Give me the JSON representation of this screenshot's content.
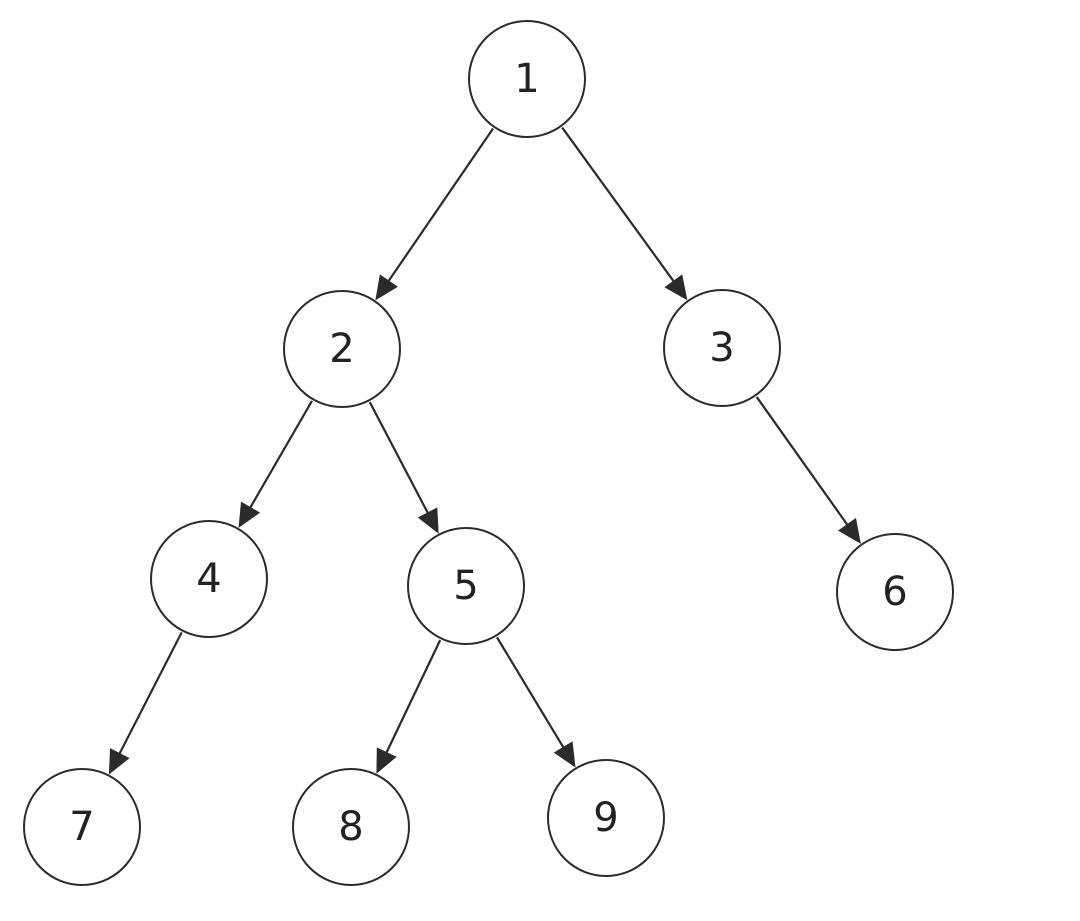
{
  "tree": {
    "nodes": [
      {
        "id": "1",
        "label": "1"
      },
      {
        "id": "2",
        "label": "2"
      },
      {
        "id": "3",
        "label": "3"
      },
      {
        "id": "4",
        "label": "4"
      },
      {
        "id": "5",
        "label": "5"
      },
      {
        "id": "6",
        "label": "6"
      },
      {
        "id": "7",
        "label": "7"
      },
      {
        "id": "8",
        "label": "8"
      },
      {
        "id": "9",
        "label": "9"
      }
    ],
    "edges": [
      {
        "from": "1",
        "to": "2"
      },
      {
        "from": "1",
        "to": "3"
      },
      {
        "from": "2",
        "to": "4"
      },
      {
        "from": "2",
        "to": "5"
      },
      {
        "from": "3",
        "to": "6"
      },
      {
        "from": "4",
        "to": "7"
      },
      {
        "from": "5",
        "to": "8"
      },
      {
        "from": "5",
        "to": "9"
      }
    ],
    "colors": {
      "stroke": "#2b2b2b",
      "fill": "#ffffff",
      "text": "#222222"
    }
  }
}
